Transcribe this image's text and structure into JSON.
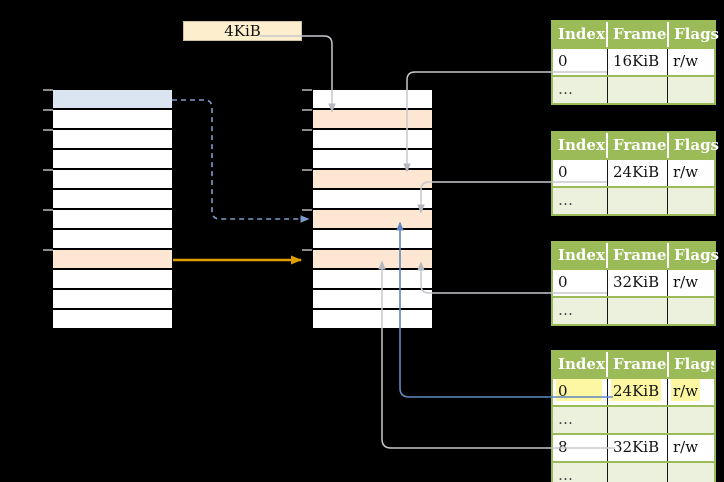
{
  "colors": {
    "background": "#000000",
    "table_green": "#9bbb59",
    "table_green_light": "#ebf1dd",
    "row_orange": "#fde7d3",
    "row_blue": "#dbe5f1",
    "label_cream": "#fdeecd",
    "highlight_yellow": "#fdf6a2",
    "line_gray": "#c6c8cd",
    "arrowhead_gray": "#b4b7bf",
    "arrow_orange": "#e0a000",
    "arrow_blue": "#5f87c0",
    "arrow_blue_dashed": "#7d9cc9"
  },
  "size_label": {
    "text": "4KiB"
  },
  "memory_columns": {
    "left": {
      "rows": [
        "blue",
        "white",
        "white",
        "white",
        "white",
        "white",
        "white",
        "white",
        "orange",
        "white",
        "white",
        "white"
      ]
    },
    "middle": {
      "rows": [
        "white",
        "orange",
        "white",
        "white",
        "orange",
        "white",
        "orange",
        "white",
        "orange",
        "white",
        "white",
        "white"
      ]
    }
  },
  "page_tables": {
    "header": [
      "Index",
      "Frame",
      "Flags"
    ],
    "tables": [
      {
        "rows": [
          {
            "cells": [
              "0",
              "16KiB",
              "r/w"
            ],
            "shade": "white"
          },
          {
            "cells": [
              "…",
              "",
              ""
            ],
            "shade": "green"
          }
        ]
      },
      {
        "rows": [
          {
            "cells": [
              "0",
              "24KiB",
              "r/w"
            ],
            "shade": "white"
          },
          {
            "cells": [
              "…",
              "",
              ""
            ],
            "shade": "green"
          }
        ]
      },
      {
        "rows": [
          {
            "cells": [
              "0",
              "32KiB",
              "r/w"
            ],
            "shade": "white"
          },
          {
            "cells": [
              "…",
              "",
              ""
            ],
            "shade": "green"
          }
        ]
      },
      {
        "rows": [
          {
            "cells": [
              "0",
              "24KiB",
              "r/w"
            ],
            "shade": "white",
            "highlight": true
          },
          {
            "cells": [
              "…",
              "",
              ""
            ],
            "shade": "green"
          },
          {
            "cells": [
              "8",
              "32KiB",
              "r/w"
            ],
            "shade": "white"
          },
          {
            "cells": [
              "…",
              "",
              ""
            ],
            "shade": "green"
          }
        ]
      }
    ]
  }
}
